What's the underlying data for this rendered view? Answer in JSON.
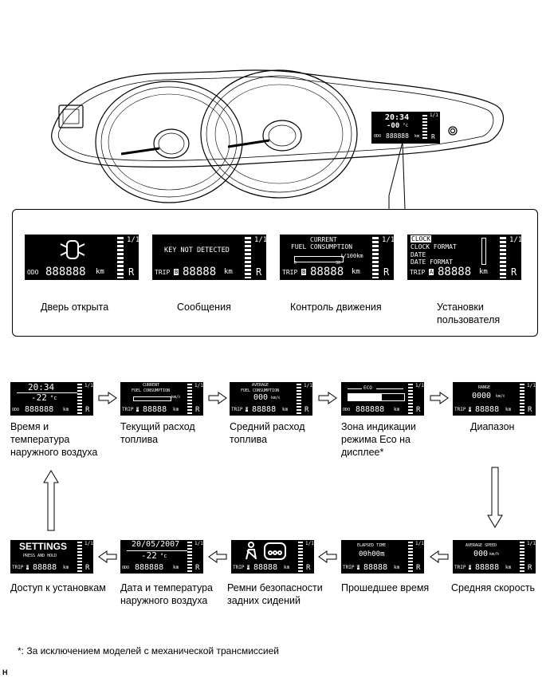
{
  "cluster": {
    "display": {
      "time": "20:34",
      "temp": "-00",
      "temp_unit": "°c",
      "odo_label": "ODO",
      "odo_value": "888888",
      "unit": "km",
      "gear": "R",
      "fraction": "1/1"
    }
  },
  "callout_panels": [
    {
      "id": "door",
      "odo_label": "ODO",
      "odo_value": "888888",
      "unit": "km",
      "gear": "R",
      "fraction": "1/1",
      "caption": "Дверь открыта"
    },
    {
      "id": "messages",
      "message": "KEY NOT DETECTED",
      "trip_label": "TRIP",
      "trip_tag": "B",
      "odo_value": "88888",
      "unit": "km",
      "gear": "R",
      "fraction": "1/1",
      "caption": "Сообщения"
    },
    {
      "id": "drive",
      "line1": "CURRENT",
      "line2": "FUEL CONSUMPTION",
      "scale_unit": "ℓ/100km",
      "scale_min": "0",
      "scale_max": "30",
      "trip_label": "TRIP",
      "trip_tag": "B",
      "odo_value": "88888",
      "unit": "km",
      "gear": "R",
      "fraction": "1/1",
      "caption": "Контроль движения"
    },
    {
      "id": "user",
      "menu": [
        "CLOCK",
        "CLOCK FORMAT",
        "DATE",
        "DATE FORMAT"
      ],
      "trip_label": "TRIP",
      "trip_tag": "A",
      "odo_value": "88888",
      "unit": "km",
      "gear": "R",
      "fraction": "1/1",
      "caption": "Установки пользователя"
    }
  ],
  "flow_top": [
    {
      "id": "clock",
      "line1": "20:34",
      "line2": "-22",
      "line2_unit": "°c",
      "odo_label": "ODO",
      "odo_value": "888888",
      "unit": "km",
      "caption": "Время и температура наружного воздуха"
    },
    {
      "id": "cur-fuel",
      "line1": "CURRENT",
      "line2": "FUEL CONSUMPTION",
      "value": "",
      "value_unit": "km/ℓ",
      "trip_label": "TRIP",
      "trip_tag": "B",
      "odo_value": "88888",
      "unit": "km",
      "caption": "Текущий расход топлива"
    },
    {
      "id": "avg-fuel",
      "line1": "AVERAGE",
      "line2": "FUEL CONSUMPTION",
      "value": "000",
      "value_unit": "km/ℓ",
      "trip_label": "TRIP",
      "trip_tag": "B",
      "odo_value": "88888",
      "unit": "km",
      "caption": "Средний расход топлива"
    },
    {
      "id": "eco",
      "line1": "ECO",
      "odo_label": "ODO",
      "odo_value": "888888",
      "unit": "km",
      "caption": "Зона индикации режима Eco на дисплее*"
    },
    {
      "id": "range",
      "line1": "RANGE",
      "value": "0000",
      "value_unit": "km/ℓ",
      "trip_label": "TRIP",
      "trip_tag": "B",
      "odo_value": "88888",
      "unit": "km",
      "caption": "Диапазон"
    }
  ],
  "flow_bottom": [
    {
      "id": "settings",
      "line1": "SETTINGS",
      "line2": "PRESS AND HOLD",
      "trip_label": "TRIP",
      "trip_tag": "B",
      "odo_value": "88888",
      "unit": "km",
      "caption": "Доступ к установкам"
    },
    {
      "id": "date",
      "line1": "20/05/2007",
      "line2": "-22",
      "line2_unit": "°c",
      "odo_label": "ODO",
      "odo_value": "888888",
      "unit": "km",
      "caption": "Дата и температура наружного воздуха"
    },
    {
      "id": "belts",
      "trip_label": "TRIP",
      "trip_tag": "B",
      "odo_value": "88888",
      "unit": "km",
      "caption": "Ремни безопасности задних сидений"
    },
    {
      "id": "elapsed",
      "line1": "ELAPSED TIME",
      "value": "00h00m",
      "trip_label": "TRIP",
      "trip_tag": "B",
      "odo_value": "88888",
      "unit": "km",
      "caption": "Прошедшее время"
    },
    {
      "id": "avg-speed",
      "line1": "AVERAGE SPEED",
      "value": "000",
      "value_unit": "km/h",
      "trip_label": "TRIP",
      "trip_tag": "B",
      "odo_value": "88888",
      "unit": "km",
      "caption": "Средняя скорость"
    }
  ],
  "panel_common": {
    "gear": "R",
    "fraction": "1/1"
  },
  "footnote": "*: За исключением моделей с механической трансмиссией",
  "corner_mark": "H"
}
